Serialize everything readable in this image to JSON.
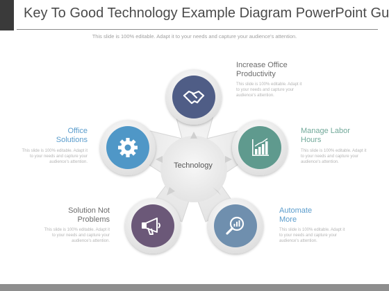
{
  "title": "Key To Good Technology Example Diagram PowerPoint Guide",
  "subtitle": "This slide is 100% editable. Adapt it to your needs and capture your audience's attention.",
  "center_label": "Technology",
  "colors": {
    "office_solutions": "#4f97c7",
    "increase_productivity": "#4f5d86",
    "manage_labor": "#5f9a8e",
    "solution_problems": "#6b5878",
    "automate": "#6f8fae",
    "heading_blue": "#5a9ccc",
    "heading_gray": "#6b6b6b",
    "heading_green": "#72a99a"
  },
  "nodes": {
    "increase_productivity": {
      "icon": "handshake-icon",
      "heading_line1": "Increase Office",
      "heading_line2": "Productivity",
      "body_line1": "This slide is 100% editable. Adapt it",
      "body_line2": "to your needs and capture your",
      "body_line3": "audience's attention."
    },
    "office_solutions": {
      "icon": "gear-icon",
      "heading_line1": "Office",
      "heading_line2": "Solutions",
      "body_line1": "This slide is 100% editable. Adapt it",
      "body_line2": "to your needs and capture your",
      "body_line3": "audience's attention."
    },
    "manage_labor": {
      "icon": "bar-chart-icon",
      "heading_line1": "Manage Labor",
      "heading_line2": "Hours",
      "body_line1": "This slide is 100% editable. Adapt it",
      "body_line2": "to your needs and capture your",
      "body_line3": "audience's attention."
    },
    "solution_problems": {
      "icon": "megaphone-icon",
      "heading_line1": "Solution Not",
      "heading_line2": "Problems",
      "body_line1": "This slide is 100% editable. Adapt it",
      "body_line2": "to your needs and capture your",
      "body_line3": "audience's attention."
    },
    "automate": {
      "icon": "magnifier-chart-icon",
      "heading_line1": "Automate",
      "heading_line2": "More",
      "body_line1": "This slide is 100% editable. Adapt it",
      "body_line2": "to your needs and capture your",
      "body_line3": "audience's attention."
    }
  }
}
